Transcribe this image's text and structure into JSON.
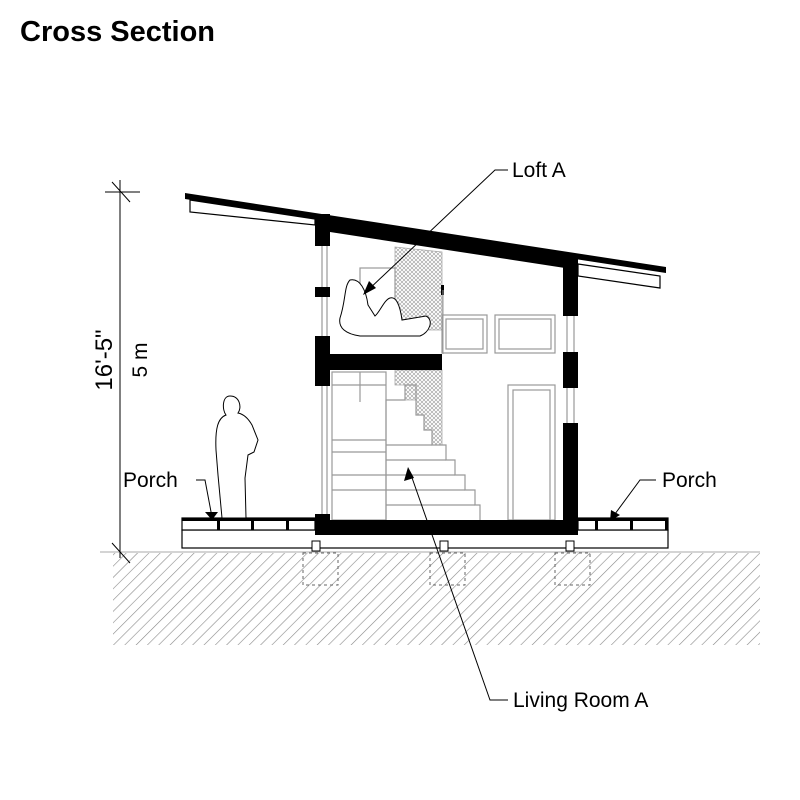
{
  "title": "Cross Section",
  "dimension": {
    "imperial": "16'-5\"",
    "metric": "5 m"
  },
  "labels": {
    "loft": "Loft A",
    "living_room": "Living Room A",
    "porch_left": "Porch",
    "porch_right": "Porch"
  },
  "colors": {
    "line": "#000000",
    "light_line": "#999999",
    "background": "#ffffff"
  }
}
